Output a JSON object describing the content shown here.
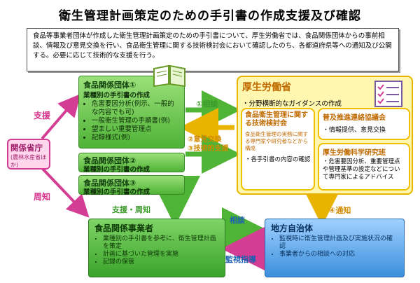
{
  "title": "衛生管理計画策定のための手引書の作成支援及び確認",
  "intro": "食品等事業者団体が作成した衛生管理計画策定のための手引書について、厚生労働省では、食品関係団体からの事前相談、情報及び意見交換を行い、食品衛生管理に関する技術検討会において確認したのち、各都道府県等への通知及び公開する。必要に応じて技術的な支援を行う。",
  "mof": {
    "title": "関係省庁",
    "sub": "(農林水産省ほか)"
  },
  "support_label": "支援",
  "notice_label": "周知",
  "group1": {
    "title": "食品関係団体①",
    "heading": "業種別の手引書の作成",
    "items": [
      "危害要因分析(例示、一般的な内容でも可)",
      "一般衛生管理の手順書(例)",
      "望ましい重要管理点",
      "記録様式(例)"
    ]
  },
  "group2": {
    "title": "食品関係団体②",
    "heading": "業種別の手引書の作成"
  },
  "group3": {
    "title": "食品関係団体③",
    "heading": "業種別の手引書の作成"
  },
  "arrows": {
    "consult": "①相談",
    "exchange": "②意見交換",
    "tech": "③技術的支援",
    "notify": "④通知",
    "support_notice": "支援・周知",
    "bottom_consult": "相談",
    "bottom_guidance": "監視指導"
  },
  "mhlw": {
    "title": "厚生労働省",
    "desc": "・分野横断的なガイダンスの作成",
    "committee": {
      "title": "食品衛生管理に関する技術検討会",
      "desc": "食品衛生管理の実務に関する専門家や研究者などから構成",
      "item": "・各手引書の内容の確認"
    },
    "council": {
      "title": "普及推進連絡協議会",
      "item": "・情報提供、意見交換"
    },
    "institute": {
      "title": "厚生労働科学研究班",
      "item": "・危害要因分析、重要管理点や管理基準の設定などについて専門家によるアドバイス"
    }
  },
  "business": {
    "title": "食品関係事業者",
    "items": [
      "業種別の手引書を参考に、衛生管理計画を策定",
      "計画に基づいた管理を実施",
      "記録の保管"
    ]
  },
  "local": {
    "title": "地方自治体",
    "items": [
      "監視時に衛生管理計画及び実施状況の確認",
      "事業者からの相談への対応"
    ]
  },
  "colors": {
    "green": "#4fb336",
    "yellow_border": "#e8b400",
    "pink": "#d43d94",
    "blue": "#3b8fdc",
    "gold_text": "#c06a00"
  }
}
